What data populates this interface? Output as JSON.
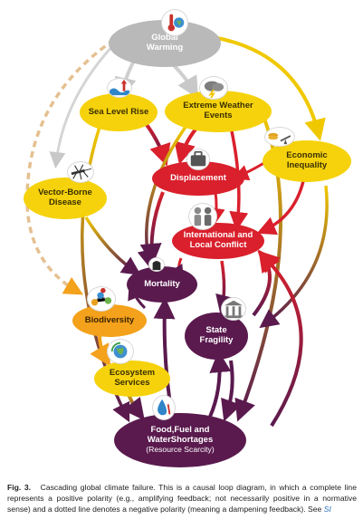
{
  "nodes": {
    "global_warming": "Global\nWarming",
    "sea_level_rise": "Sea Level Rise",
    "extreme_weather": "Extreme Weather\nEvents",
    "economic_inequality": "Economic\nInequality",
    "displacement": "Displacement",
    "vector_borne": "Vector-Borne\nDisease",
    "conflict": "International and\nLocal Conflict",
    "mortality": "Mortality",
    "biodiversity": "Biodiversity",
    "state_fragility": "State\nFragility",
    "ecosystem": "Ecosystem\nServices",
    "food": "Food,Fuel and\nWaterShortages",
    "food_sub": "(Resource Scarcity)"
  },
  "caption": {
    "fig_label": "Fig. 3.",
    "text": "Cascading global climate failure. This is a causal loop diagram, in which a complete line represents a positive polarity (e.g., amplifying feedback; not necessarily positive in a normative sense) and a dotted line denotes a negative polarity (meaning a dampening feedback). See",
    "si": "SI"
  },
  "colors": {
    "gray": "#b9b9b9",
    "yellow": "#f5d20c",
    "red": "#d9202c",
    "purple": "#5a1a4e",
    "orange": "#f4a11b"
  }
}
